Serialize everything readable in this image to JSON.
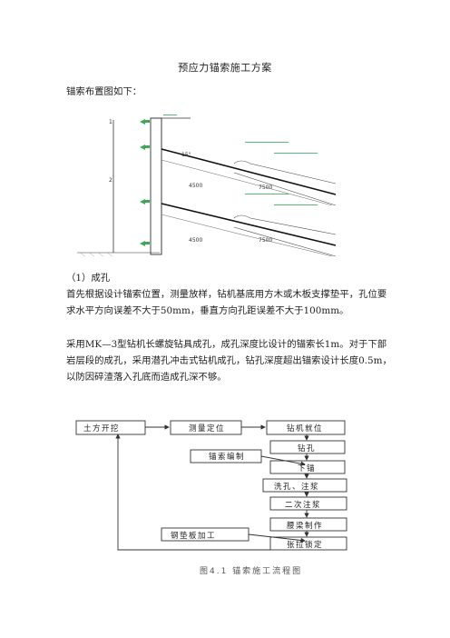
{
  "document": {
    "title": "预应力锚索施工方案",
    "intro": "锚索布置图如下：",
    "section1_heading": "（1）成孔",
    "paragraph1": "首先根据设计锚索位置，测量放样，钻机基底用方木或木板支撑垫平，孔位要求水平方向误差不大于50mm，垂直方向孔距误差不大于100mm。",
    "paragraph2": "采用MK—3型钻机长螺旋钻具成孔，成孔深度比设计的锚索长1m。对于下部岩层段的成孔，采用潜孔冲击式钻机成孔，钻孔深度超出锚索设计长度0.5m，以防因碎渣落入孔底而造成孔深不够。"
  },
  "anchor_diagram": {
    "upper_free_length": "4500",
    "upper_anchor_length": "7500",
    "lower_free_length": "4500",
    "lower_anchor_length": "7500",
    "angle_label": "15°",
    "accent_color": "#3fa65a"
  },
  "flowchart": {
    "steps": {
      "excavation": "土方开挖",
      "survey": "测量定位",
      "rig_position": "钻机就位",
      "cable_make": "锚索编制",
      "drilling": "钻孔",
      "lowering": "下锚",
      "grouting": "洗孔、注浆",
      "second_grout": "二次注浆",
      "waling": "腰梁制作",
      "steel_plate": "钢垫板加工",
      "tensioning": "张拉锁定"
    },
    "caption": "图4.1  锚索施工流程图"
  }
}
